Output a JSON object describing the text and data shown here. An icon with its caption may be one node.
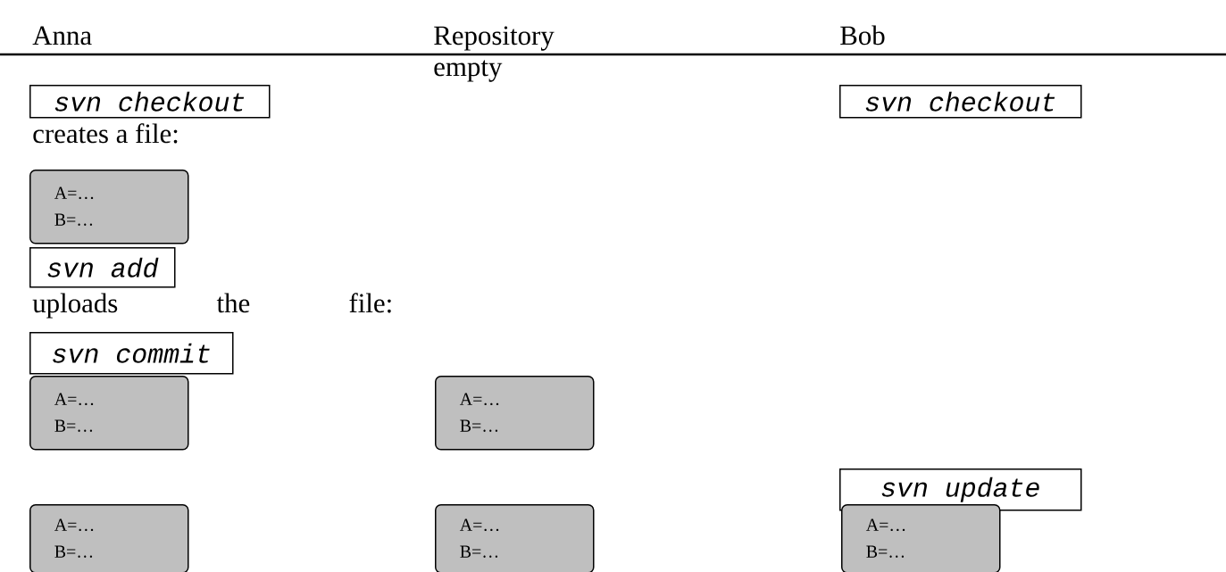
{
  "diagram": {
    "nodes": [
      {
        "text": [
          "svn checkout"
        ]
      },
      {
        "text": [
          "svn checkout"
        ]
      },
      {
        "text": [
          "A=…",
          "B=…"
        ]
      },
      {
        "text": [
          "svn add"
        ]
      },
      {
        "text": [
          "svn commit"
        ]
      },
      {
        "text": [
          "A=…",
          "B=…"
        ]
      },
      {
        "text": [
          "A=…",
          "B=…"
        ]
      },
      {
        "text": [
          "svn update"
        ]
      },
      {
        "text": [
          "A=…",
          "B=…"
        ]
      },
      {
        "text": [
          "A=…",
          "B=…"
        ]
      },
      {
        "text": [
          "A=…",
          "B=…"
        ]
      }
    ],
    "labels": [
      "Anna",
      "Repository",
      "Bob",
      "empty",
      "creates a file:",
      "uploads the file:"
    ]
  }
}
